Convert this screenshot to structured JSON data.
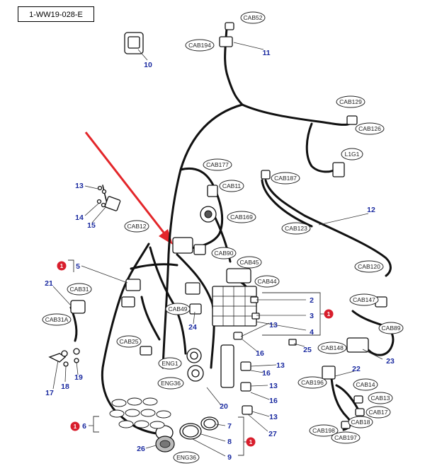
{
  "reference_code": "1-WW19-028-E",
  "connector_labels": {
    "cab52": "CAB52",
    "cab194": "CAB194",
    "cab129": "CAB129",
    "cab126": "CAB126",
    "l1g1": "L1G1",
    "cab177": "CAB177",
    "cab187": "CAB187",
    "cab11": "CAB11",
    "cab169": "CAB169",
    "cab12": "CAB12",
    "cab123": "CAB123",
    "cab90": "CAB90",
    "cab45": "CAB45",
    "cab120": "CAB120",
    "cab44": "CAB44",
    "cab31": "CAB31",
    "cab31a": "CAB31A",
    "cab49": "CAB49",
    "cab147": "CAB147",
    "cab89": "CAB89",
    "cab25": "CAB25",
    "cab148": "CAB148",
    "eng1": "ENG1",
    "eng36a": "ENG36",
    "cab196": "CAB196",
    "cab14": "CAB14",
    "cab13": "CAB13",
    "cab17": "CAB17",
    "cab18": "CAB18",
    "cab198": "CAB198",
    "cab197": "CAB197",
    "eng36b": "ENG36"
  },
  "callouts": {
    "c10": "10",
    "c11": "11",
    "c12": "12",
    "c13a": "13",
    "c14": "14",
    "c15": "15",
    "c5": "5",
    "c21": "21",
    "c2": "2",
    "c3": "3",
    "c4": "4",
    "c24": "24",
    "c13b": "13",
    "c16a": "16",
    "c25": "25",
    "c17": "17",
    "c18": "18",
    "c19": "19",
    "c13c": "13",
    "c16b": "16",
    "c23": "23",
    "c22": "22",
    "c13d": "13",
    "c16c": "16",
    "c20": "20",
    "c13e": "13",
    "c6": "6",
    "c7": "7",
    "c27": "27",
    "c8": "8",
    "c26": "26",
    "c9": "9"
  },
  "badges": {
    "b1": "1",
    "b2": "1",
    "b3": "1",
    "b4": "1"
  }
}
